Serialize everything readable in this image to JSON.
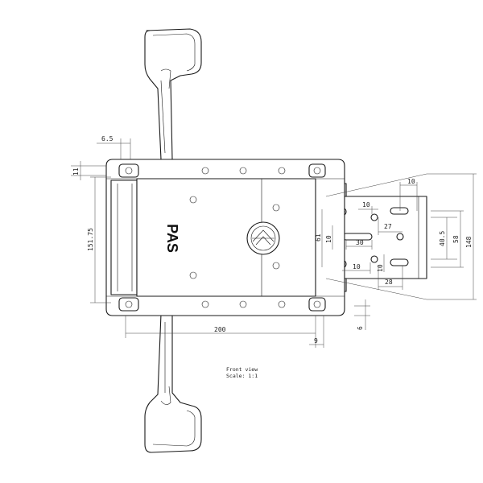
{
  "drawing": {
    "note_view": "Front view",
    "note_scale": "Scale:  1:1",
    "logo": "PAS"
  },
  "dimensions": {
    "d_6_5": "6.5",
    "d_11": "11",
    "d_151_75": "151.75",
    "d_200": "200",
    "d_9": "9",
    "d_6": "6",
    "d_10_top": "10",
    "d_10_a": "10",
    "d_27": "27",
    "d_10_b": "10",
    "d_61": "61",
    "d_30": "30",
    "d_40_5": "40.5",
    "d_58": "58",
    "d_10_c": "10",
    "d_10_d": "10",
    "d_28": "28",
    "d_148": "148"
  }
}
